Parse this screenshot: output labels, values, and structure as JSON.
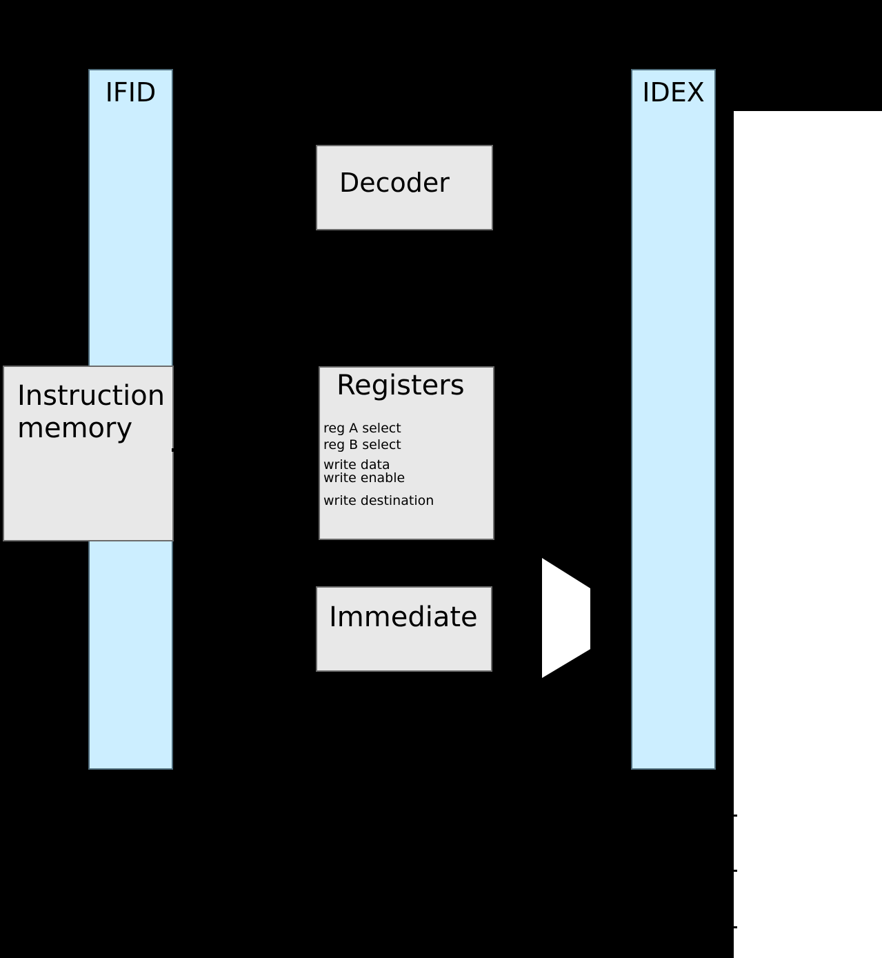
{
  "diagram": {
    "type": "cpu-pipeline-decode-stage",
    "colors": {
      "background": "#000000",
      "pipeline_register_fill": "#cceeff",
      "block_fill": "#e8e8e8",
      "panel_fill": "#ffffff",
      "mux_fill": "#ffffff",
      "text": "#000000"
    },
    "pipeline_registers": {
      "ifid": "IFID",
      "idex": "IDEX"
    },
    "blocks": {
      "instruction_memory": "Instruction memory",
      "decoder": "Decoder",
      "registers": "Registers",
      "immediate": "Immediate"
    },
    "register_ports": {
      "reg_a_select": "reg A select",
      "reg_b_select": "reg B select",
      "write_data": "write data",
      "write_enable": "write enable",
      "write_destination": "write destination"
    }
  }
}
